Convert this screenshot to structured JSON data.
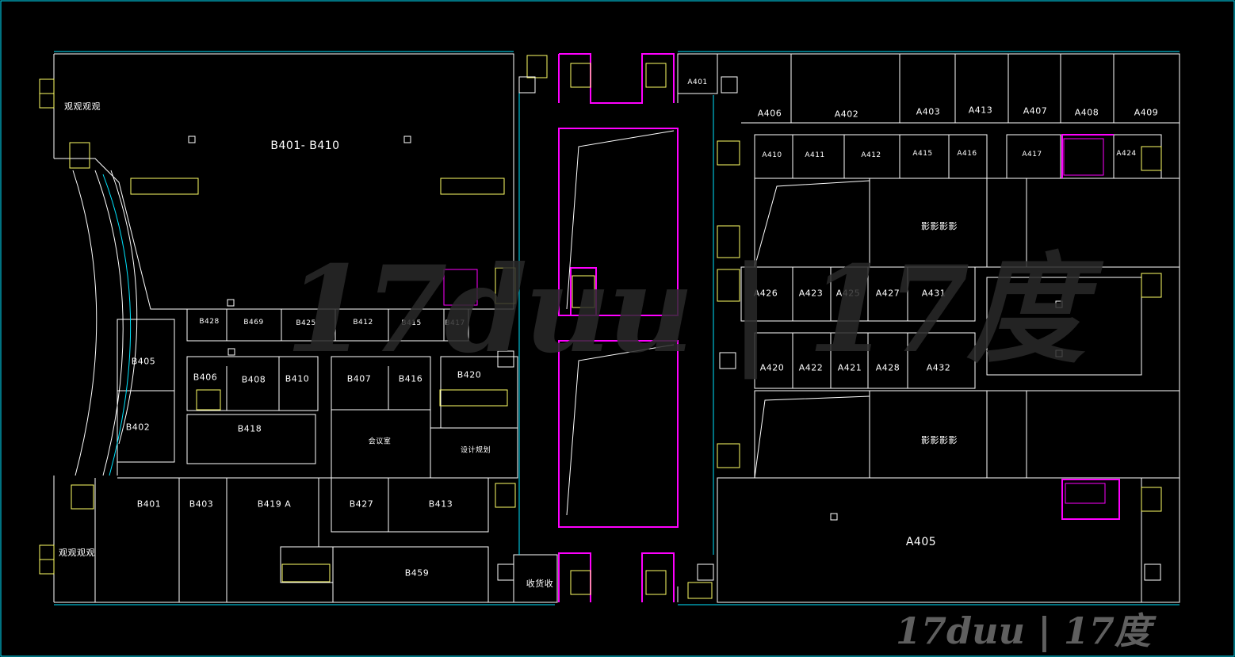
{
  "watermark": {
    "main": "17duu | 17度",
    "corner": "17duu | 17度"
  },
  "colors": {
    "wall": "#ffffff",
    "cyan": "#00e5ff",
    "magenta": "#ff00ff",
    "yellow": "#ffff66",
    "frame": "#00e5ff"
  },
  "labels": {
    "b401_b410": "B401- B410",
    "guan1": "观观观观",
    "guan2": "观观观观",
    "b428": "B428",
    "b469": "B469",
    "b425": "B425",
    "b412": "B412",
    "b415": "B415",
    "b417": "B417",
    "b405": "B405",
    "b406": "B406",
    "b408": "B408",
    "b410": "B410",
    "b407": "B407",
    "b416": "B416",
    "b420": "B420",
    "b402": "B402",
    "b418": "B418",
    "huiyi": "会议室",
    "yanfa": "设计规划",
    "b401": "B401",
    "b403": "B403",
    "b419a": "B419 A",
    "b427": "B427",
    "b413": "B413",
    "b459": "B459",
    "shouhuo": "收货收",
    "a401": "A401",
    "a406": "A406",
    "a402": "A402",
    "a403": "A403",
    "a413": "A413",
    "a407": "A407",
    "a408": "A408",
    "a409": "A409",
    "a410": "A410",
    "a411": "A411",
    "a412": "A412",
    "a415": "A415",
    "a416": "A416",
    "a417": "A417",
    "a424": "A424",
    "ying1": "影影影影",
    "a426": "A426",
    "a423": "A423",
    "a425": "A425",
    "a427": "A427",
    "a431": "A431",
    "a420": "A420",
    "a422": "A422",
    "a421": "A421",
    "a428": "A428",
    "a432": "A432",
    "ying2": "影影影影",
    "a405": "A405"
  }
}
